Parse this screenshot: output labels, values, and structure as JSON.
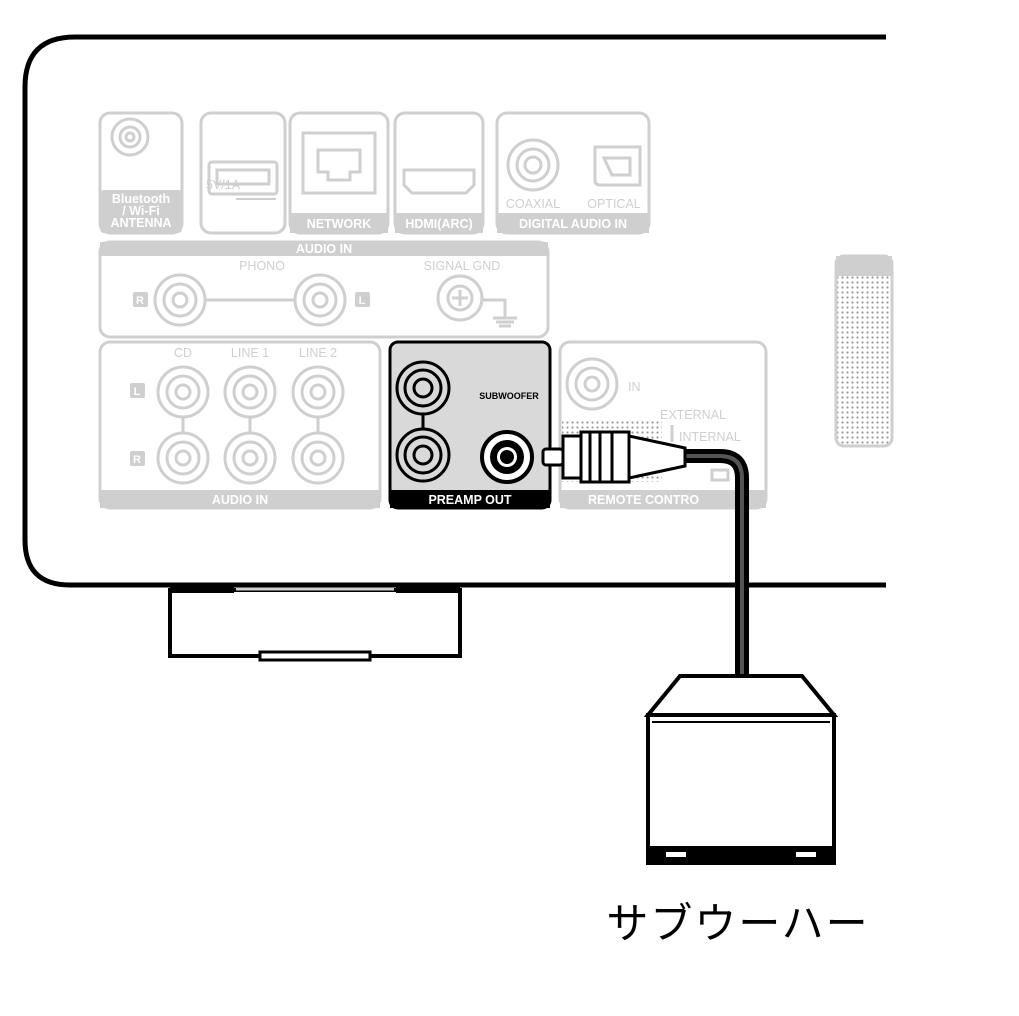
{
  "panel": {
    "antenna_label": [
      "Bluetooth",
      "/ Wi-Fi",
      "ANTENNA"
    ],
    "usb_label": "5V/1A",
    "network_label": "NETWORK",
    "hdmi_label": "HDMI(ARC)",
    "coaxial_label": "COAXIAL",
    "optical_label": "OPTICAL",
    "digital_audio_in_label": "DIGITAL AUDIO IN",
    "audio_in_top_label": "AUDIO IN",
    "phono_label": "PHONO",
    "signal_gnd_label": "SIGNAL GND",
    "cd_label": "CD",
    "line1_label": "LINE 1",
    "line2_label": "LINE 2",
    "audio_in_bottom_label": "AUDIO IN",
    "subwoofer_label": "SUBWOOFER",
    "preamp_out_label": "PREAMP OUT",
    "remote_in_label": "IN",
    "external_label": "EXTERNAL",
    "internal_label": "INTERNAL",
    "remote_control_label": "REMOTE CONTRO",
    "r_label": "R",
    "l_label": "L"
  },
  "device": {
    "caption": "サブウーハー"
  },
  "colors": {
    "faded": "#cfcfcf",
    "active": "#000000",
    "highlight_bg": "#d9d9d9"
  }
}
